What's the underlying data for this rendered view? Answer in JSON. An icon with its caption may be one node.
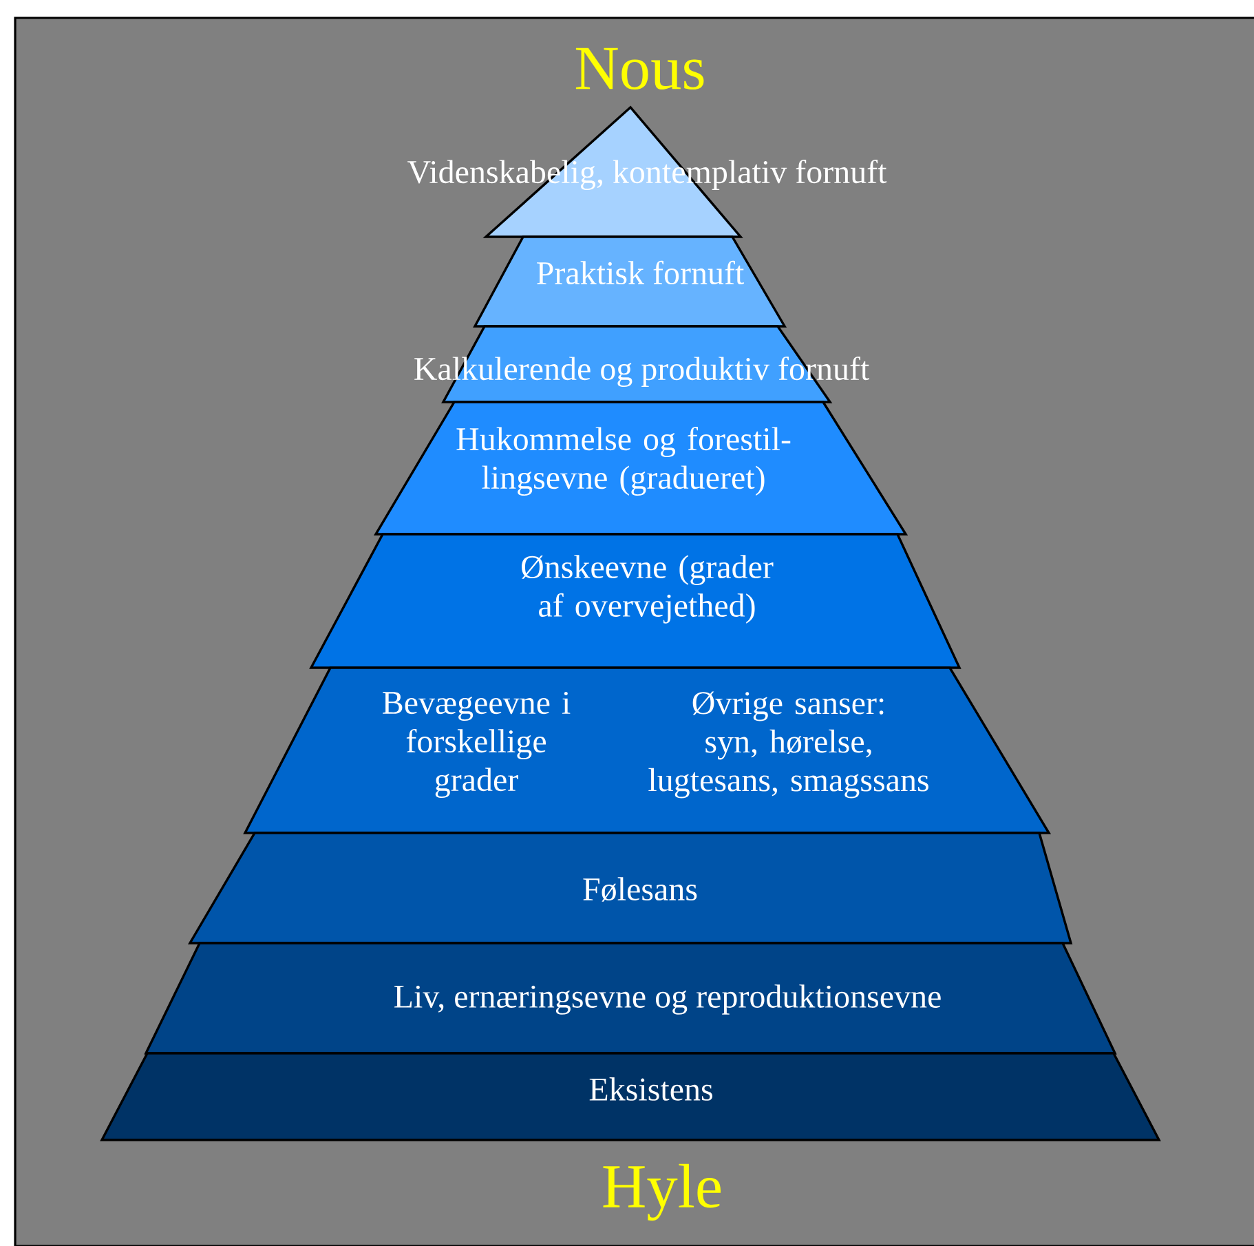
{
  "diagram": {
    "nodes": [
      {
        "text": [
          "Videnskabelig, kontemplativ  fornuft"
        ]
      },
      {
        "text": [
          "Praktisk fornuft"
        ]
      },
      {
        "text": [
          "Kalkulerende og produktiv fornuft"
        ]
      },
      {
        "text": [
          "Hukommelse og forestil- lingsevne (gradueret)"
        ]
      },
      {
        "text": [
          "Ønskeevne (grader af overvejethed)"
        ]
      },
      {
        "text": [
          "Bevægeevne i forskellige grader",
          "Øvrige sanser: syn, hørelse, lugtesans, smagssans"
        ]
      },
      {
        "text": [
          "Følesans"
        ]
      },
      {
        "text": [
          "Liv, ernæringsevne og reproduktionsevne"
        ]
      },
      {
        "text": [
          "Eksistens"
        ]
      }
    ],
    "labels": [
      "Nous",
      "Hyle"
    ]
  }
}
